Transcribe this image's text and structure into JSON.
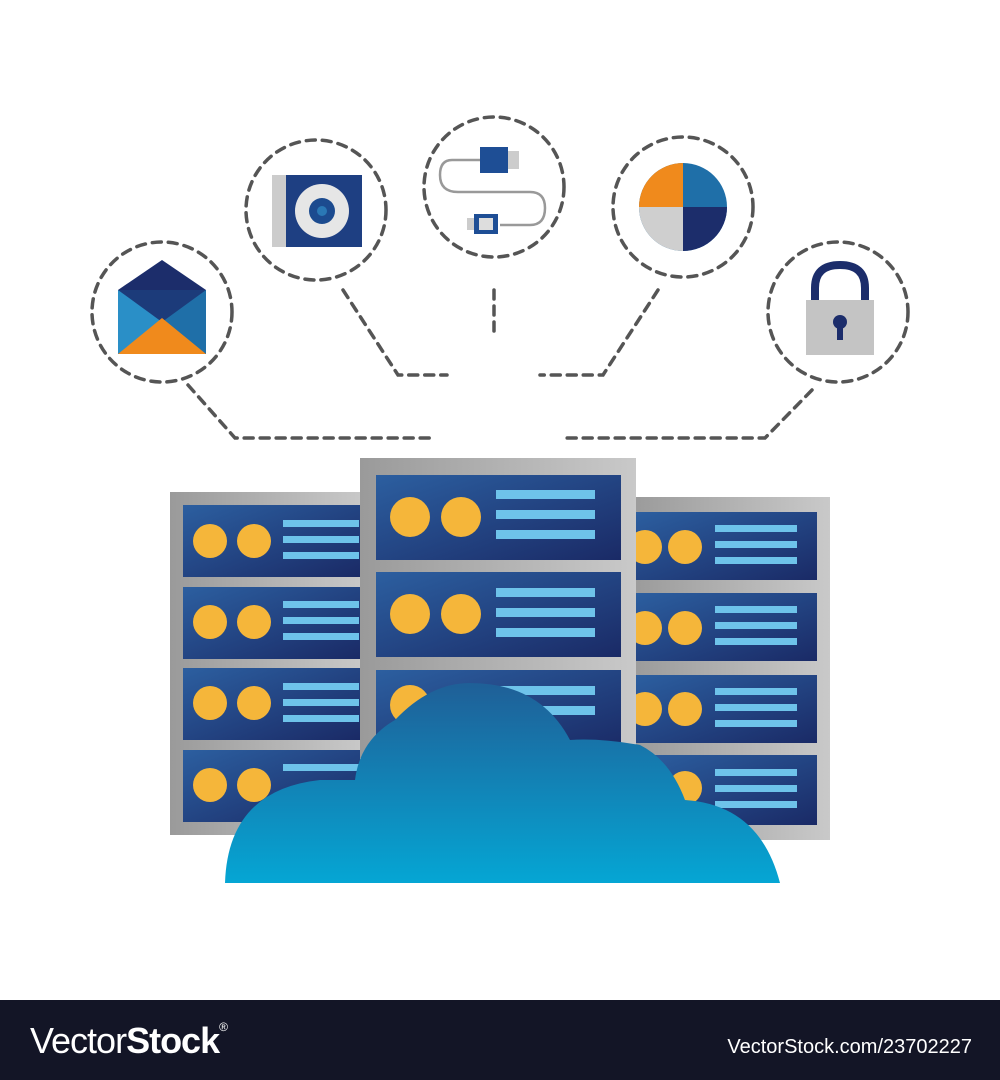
{
  "illustration": {
    "icons": [
      "envelope-icon",
      "disc-drive-icon",
      "usb-cable-icon",
      "pie-chart-icon",
      "padlock-icon"
    ],
    "colors": {
      "navy": "#1c2d6b",
      "blue": "#2a78b5",
      "orange": "#f08a1c",
      "gold": "#f5b63a",
      "gray": "#a9a9a9",
      "cloud": "#1b8cc0"
    }
  },
  "footer": {
    "logo_light": "Vector",
    "logo_bold": "Stock",
    "logo_reg": "®",
    "reference": "VectorStock.com/23702227"
  }
}
